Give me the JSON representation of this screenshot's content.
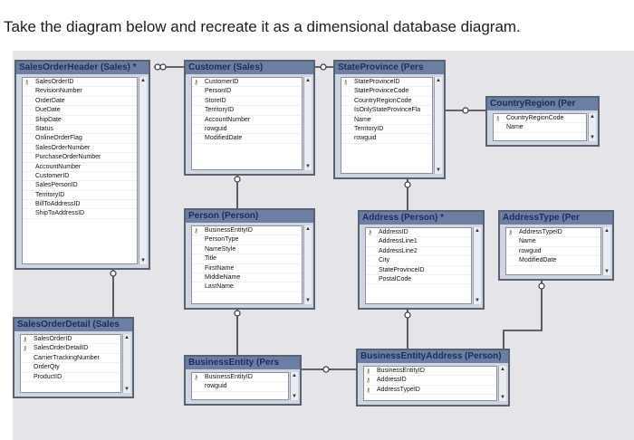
{
  "question": "Take the diagram below and recreate it as a dimensional database diagram.",
  "tables": [
    {
      "id": "salesorderheader",
      "title": "SalesOrderHeader (Sales) *",
      "keys": [
        0
      ],
      "fields": [
        "SalesOrderID",
        "RevisionNumber",
        "OrderDate",
        "DueDate",
        "ShipDate",
        "Status",
        "OnlineOrderFlag",
        "SalesOrderNumber",
        "PurchaseOrderNumber",
        "AccountNumber",
        "CustomerID",
        "SalesPersonID",
        "TerritoryID",
        "BillToAddressID",
        "ShipToAddressID"
      ]
    },
    {
      "id": "customer",
      "title": "Customer (Sales)",
      "keys": [
        0
      ],
      "fields": [
        "CustomerID",
        "PersonID",
        "StoreID",
        "TerritoryID",
        "AccountNumber",
        "rowguid",
        "ModifiedDate"
      ]
    },
    {
      "id": "stateprovince",
      "title": "StateProvince (Pers",
      "keys": [
        0
      ],
      "fields": [
        "StateProvinceID",
        "StateProvinceCode",
        "CountryRegionCode",
        "IsOnlyStateProvinceFla",
        "Name",
        "TerritoryID",
        "rowguid"
      ]
    },
    {
      "id": "countryregion",
      "title": "CountryRegion (Per",
      "keys": [
        0
      ],
      "fields": [
        "CountryRegionCode",
        "Name"
      ]
    },
    {
      "id": "person",
      "title": "Person (Person)",
      "keys": [
        0
      ],
      "fields": [
        "BusinessEntityID",
        "PersonType",
        "NameStyle",
        "Title",
        "FirstName",
        "MiddleName",
        "LastName"
      ]
    },
    {
      "id": "address",
      "title": "Address (Person) *",
      "keys": [
        0
      ],
      "fields": [
        "AddressID",
        "AddressLine1",
        "AddressLine2",
        "City",
        "StateProvinceID",
        "PostalCode"
      ]
    },
    {
      "id": "addresstype",
      "title": "AddressType (Per",
      "keys": [
        0
      ],
      "fields": [
        "AddressTypeID",
        "Name",
        "rowguid",
        "ModifiedDate"
      ]
    },
    {
      "id": "salesorderdetail",
      "title": "SalesOrderDetail (Sales",
      "keys": [
        0,
        1
      ],
      "fields": [
        "SalesOrderID",
        "SalesOrderDetailID",
        "CarrierTrackingNumber",
        "OrderQty",
        "ProductID"
      ]
    },
    {
      "id": "businessentity",
      "title": "BusinessEntity (Pers",
      "keys": [
        0
      ],
      "fields": [
        "BusinessEntityID",
        "rowguid"
      ]
    },
    {
      "id": "businessentityaddress",
      "title": "BusinessEntityAddress (Person)",
      "keys": [
        0,
        1,
        2
      ],
      "fields": [
        "BusinessEntityID",
        "AddressID",
        "AddressTypeID"
      ]
    }
  ],
  "icons": {
    "key": "key-icon",
    "table": "table-icon",
    "scroll_up": "scroll-up-arrow",
    "scroll_down": "scroll-down-arrow"
  }
}
